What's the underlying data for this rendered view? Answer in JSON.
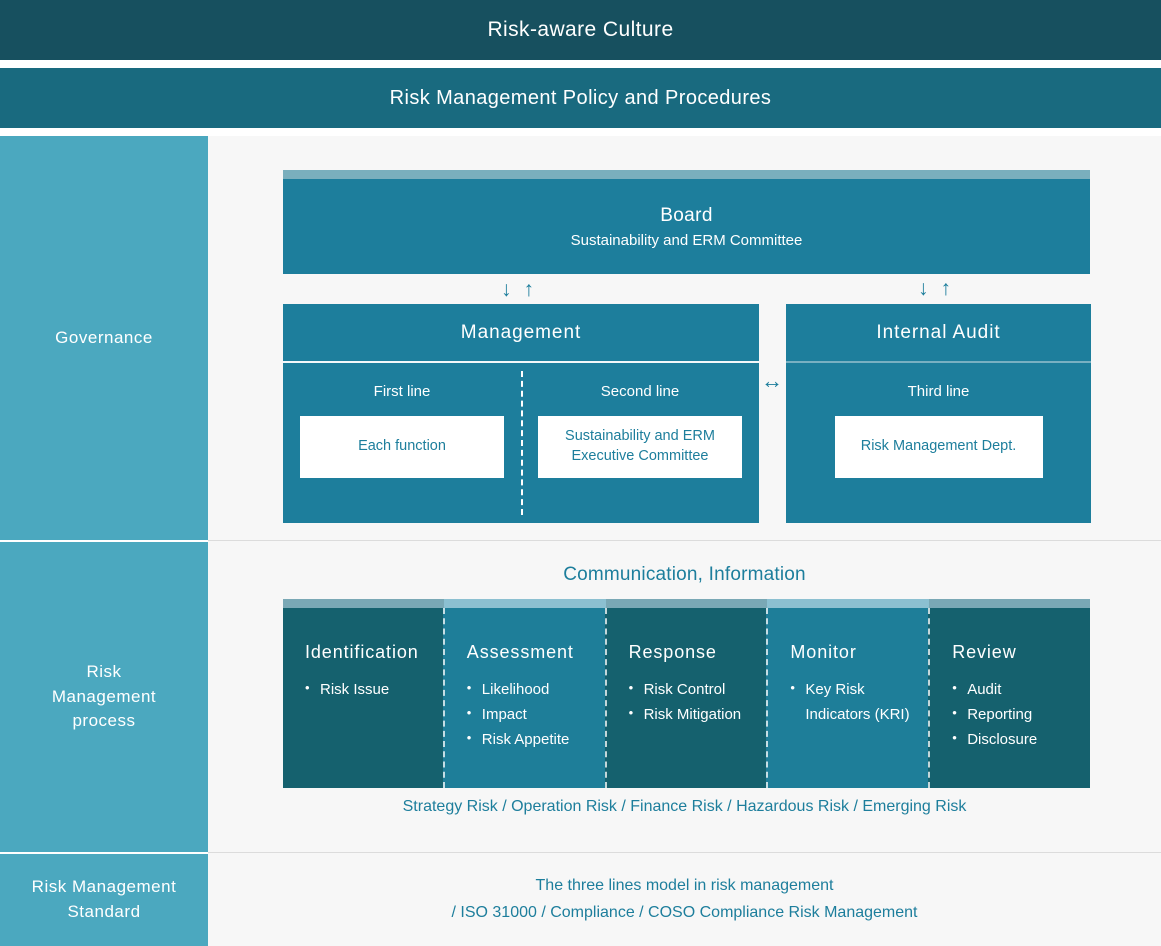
{
  "banners": {
    "culture": "Risk-aware Culture",
    "policy": "Risk Management Policy and Procedures"
  },
  "governance": {
    "sidebar_label": "Governance",
    "board": {
      "title": "Board",
      "subtitle": "Sustainability and ERM Committee"
    },
    "arrows": {
      "down": "↓",
      "up": "↑",
      "left_right": "↔"
    },
    "management": {
      "heading": "Management",
      "lines": [
        {
          "label": "First line",
          "card": "Each function"
        },
        {
          "label": "Second line",
          "card": "Sustainability and ERM\nExecutive Committee"
        }
      ]
    },
    "internal_audit": {
      "heading": "Internal Audit",
      "lines": [
        {
          "label": "Third line",
          "card": "Risk Management Dept."
        }
      ]
    }
  },
  "risk_process": {
    "sidebar_label": "Risk\nManagement\nprocess",
    "title": "Communication, Information",
    "steps": [
      {
        "name": "Identification",
        "items": [
          "Risk Issue"
        ],
        "tone": "dark"
      },
      {
        "name": "Assessment",
        "items": [
          "Likelihood",
          "Impact",
          "Risk Appetite"
        ],
        "tone": "light"
      },
      {
        "name": "Response",
        "items": [
          "Risk Control",
          "Risk Mitigation"
        ],
        "tone": "dark"
      },
      {
        "name": "Monitor",
        "items": [
          "Key Risk Indicators (KRI)"
        ],
        "tone": "light"
      },
      {
        "name": "Review",
        "items": [
          "Audit",
          "Reporting",
          "Disclosure"
        ],
        "tone": "dark"
      }
    ],
    "risk_types": "Strategy Risk / Operation Risk / Finance Risk / Hazardous Risk / Emerging Risk"
  },
  "standard": {
    "sidebar_label": "Risk Management\nStandard",
    "line1": "The three lines model in risk management",
    "line2": "/ ISO 31000 / Compliance / COSO Compliance Risk Management"
  },
  "colors": {
    "banner_dark": "#17505f",
    "banner_mid": "#196a7f",
    "sidebar": "#4ba8bf",
    "box_teal": "#1d7e9c",
    "step_dark": "#15616e",
    "step_light": "#1e7e99",
    "stripe_dark": "#7aa8b5",
    "stripe_light": "#8cc0d1",
    "page_bg": "#f7f7f7",
    "text_on_dark": "#ffffff"
  }
}
